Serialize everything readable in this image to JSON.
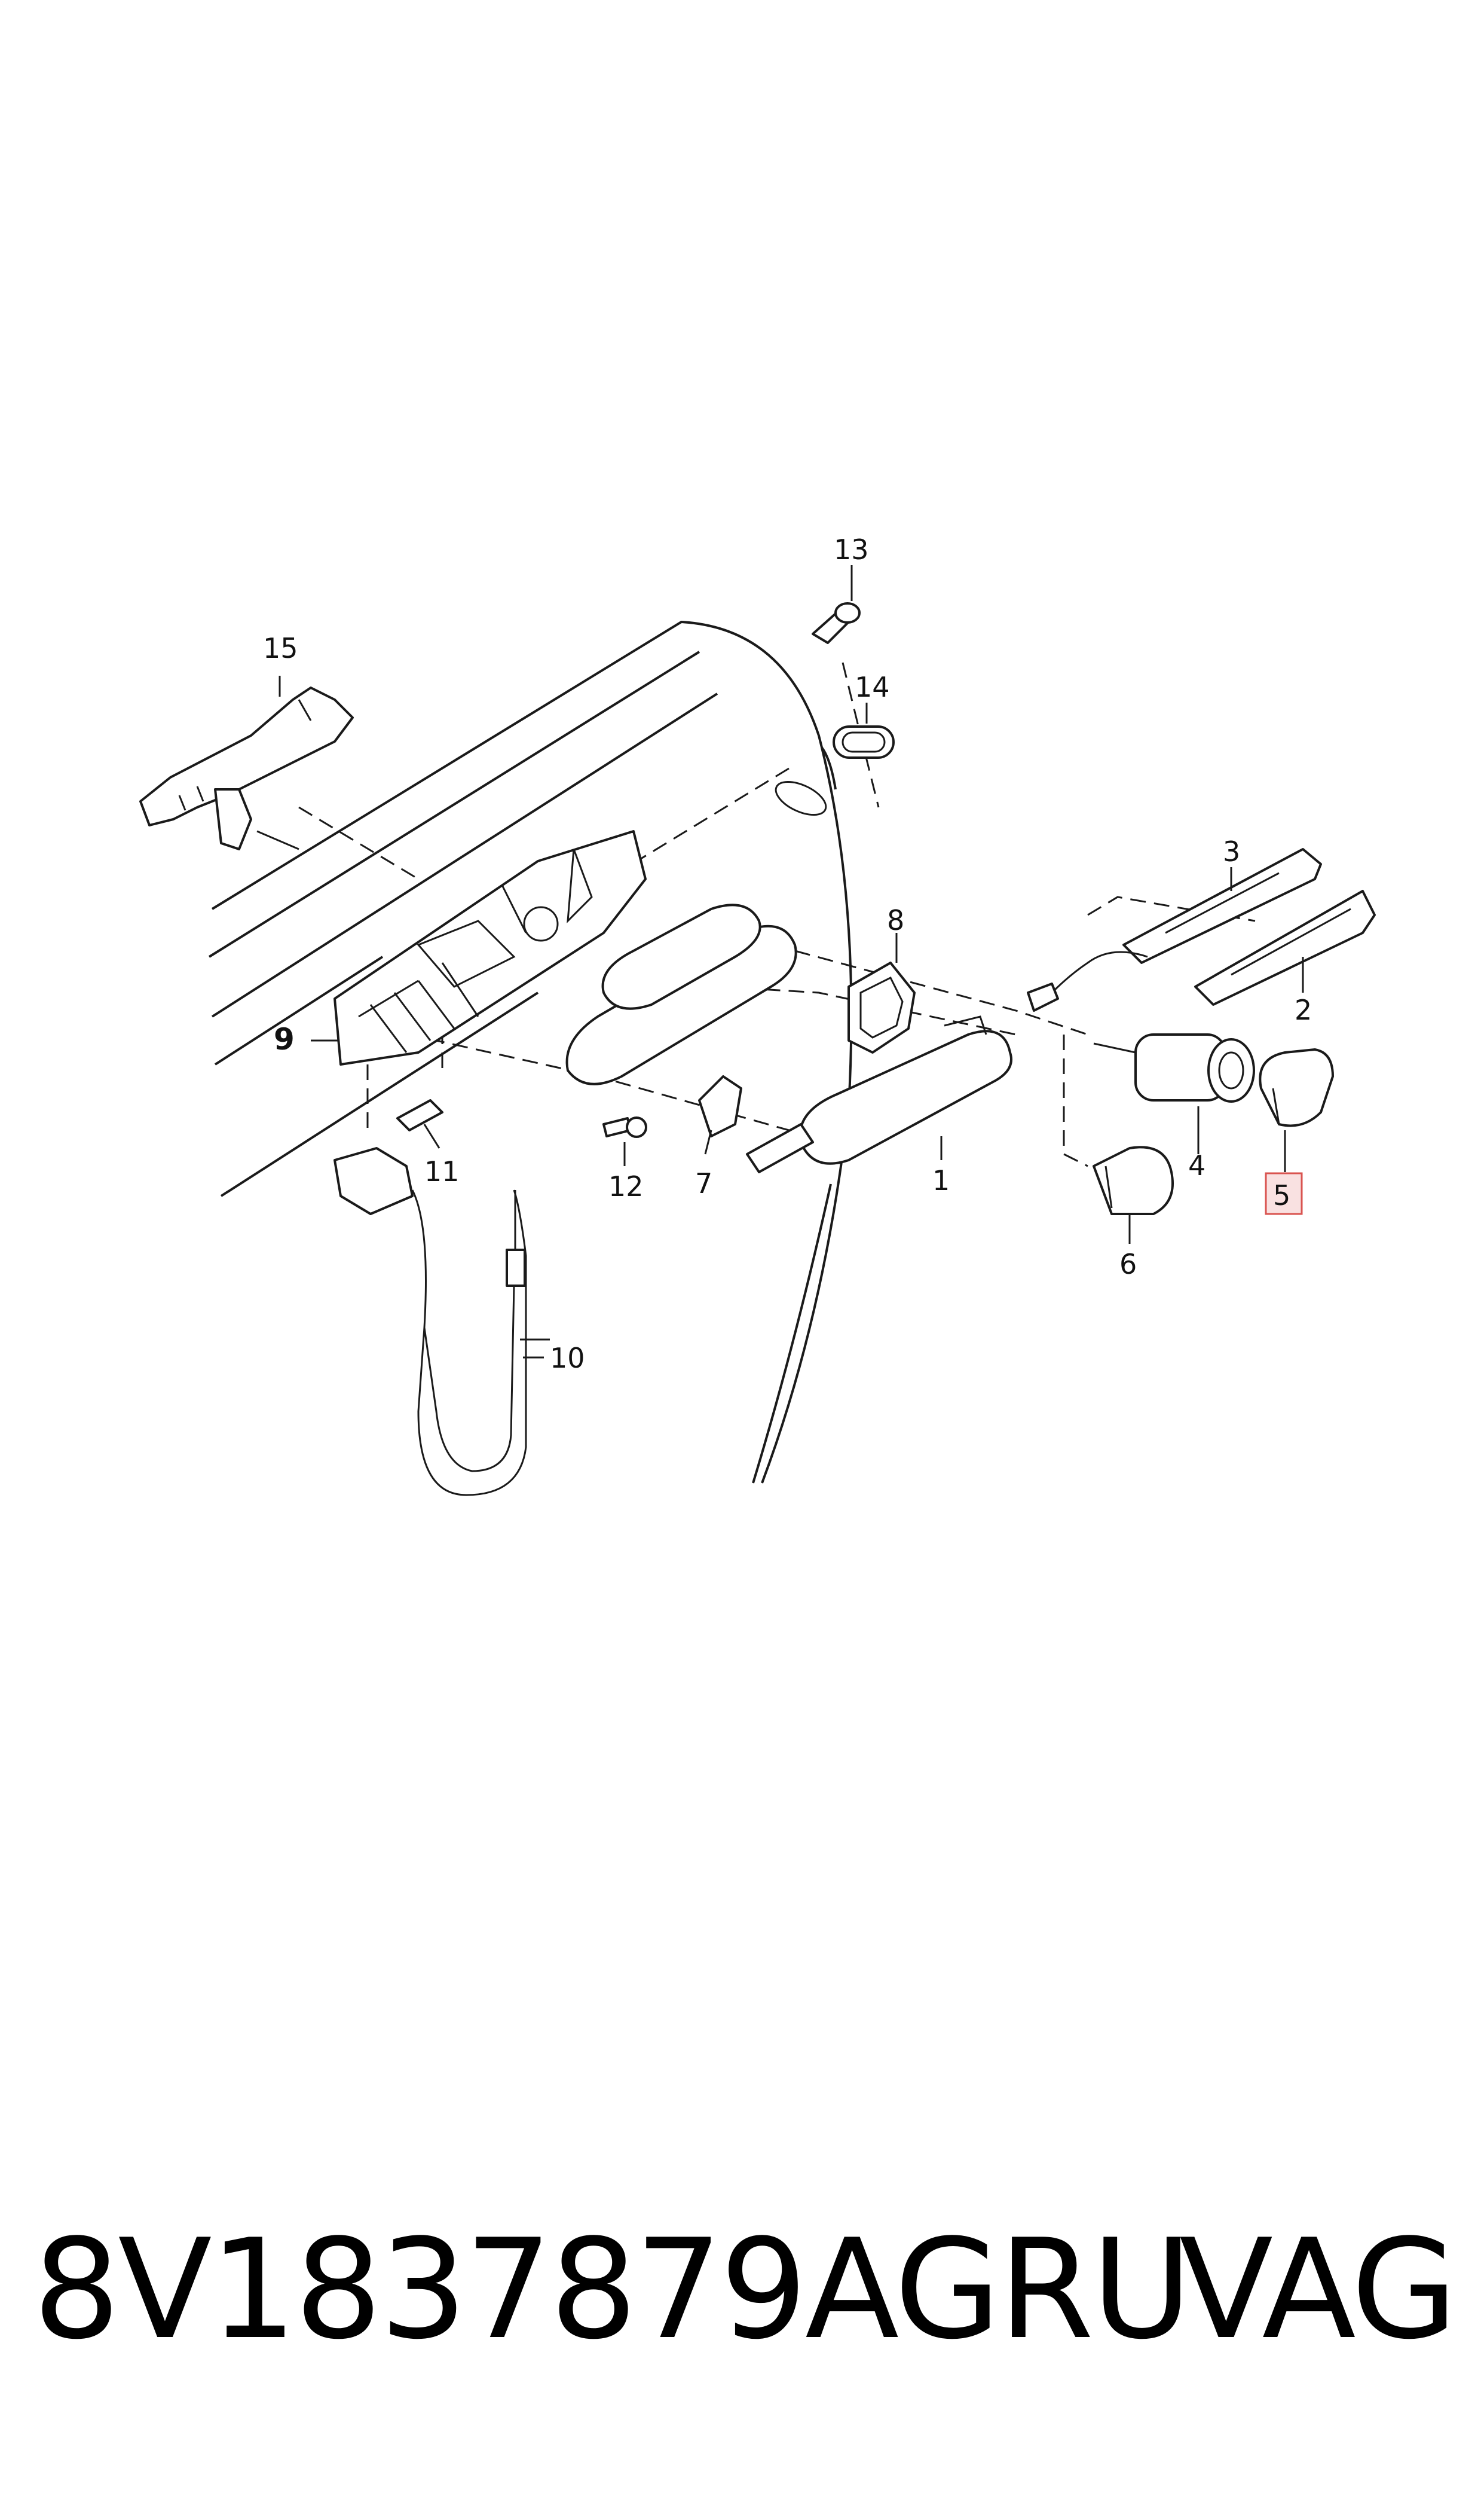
{
  "callouts": {
    "c1": "1",
    "c2": "2",
    "c3": "3",
    "c4": "4",
    "c5": "5",
    "c6": "6",
    "c7": "7",
    "c8": "8",
    "c9": "9",
    "c10": "10",
    "c11": "11",
    "c12": "12",
    "c13": "13",
    "c14": "14",
    "c15": "15"
  },
  "highlighted_callout": "5",
  "highlight_color": "#d9534f",
  "footer": {
    "part_number": "8V1837879AGRU",
    "brand": "VAG"
  }
}
